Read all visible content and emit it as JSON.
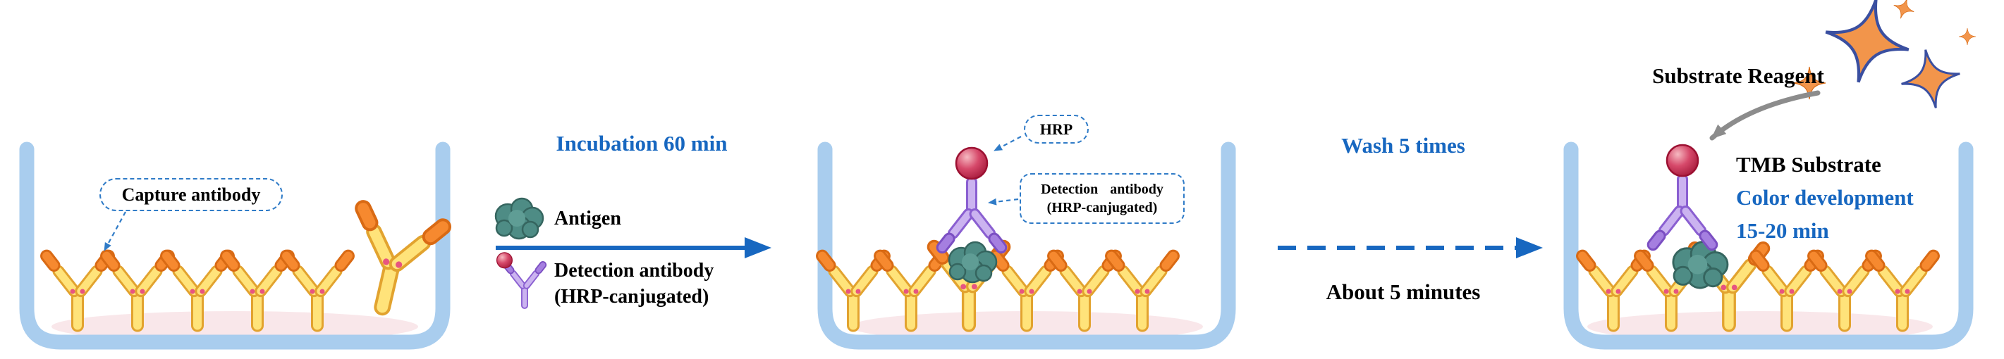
{
  "colors": {
    "accent_blue": "#1767c0",
    "well_blue": "#a9cdee",
    "well_floor_pink": "#f9e7ea",
    "label_border_blue": "#2f7bc7",
    "antibody_yellow": "#ffe37a",
    "antibody_yellow_stroke": "#e2a32f",
    "antibody_tip_orange": "#f6892f",
    "antibody_tip_stroke": "#d96a14",
    "hinge_dot_red": "#e75480",
    "detection_purple": "#cbb3f0",
    "detection_purple_stroke": "#8a5fd1",
    "detection_tip": "#a57fe0",
    "detection_tip_stroke": "#7b4fc2",
    "antigen_teal": "#4e8c85",
    "antigen_teal_stroke": "#35655f",
    "antigen_highlight": "#5f9d95",
    "hrp_red_dark": "#9c1132",
    "star_orange": "#f2954b",
    "star_stroke": "#3a4fa0",
    "gray_arrow": "#8c8c8c"
  },
  "icons": {
    "capture_antibody": "y-shaped-antibody",
    "detection_antibody": "y-shaped-antibody-purple",
    "antigen": "teal-blob",
    "hrp": "red-sphere",
    "substrate": "four-point-star",
    "step1_arrow": "solid-right-arrow",
    "step2_arrow": "dashed-right-arrow",
    "substrate_arrow": "curved-gray-arrow"
  },
  "panel1": {
    "capture_label": "Capture antibody"
  },
  "step1": {
    "title": "Incubation 60 min",
    "antigen_label": "Antigen",
    "detection_label_line1": "Detection antibody",
    "detection_label_line2": "(HRP-canjugated)"
  },
  "panel2": {
    "hrp_label": "HRP",
    "detection_box_line1": "Detection antibody",
    "detection_box_line2": "(HRP-canjugated)"
  },
  "step2": {
    "title": "Wash 5 times",
    "subtitle": "About 5 minutes"
  },
  "panel3": {
    "substrate_label": "Substrate Reagent",
    "line1": "TMB Substrate",
    "line2": "Color development",
    "line3": "15-20 min"
  }
}
